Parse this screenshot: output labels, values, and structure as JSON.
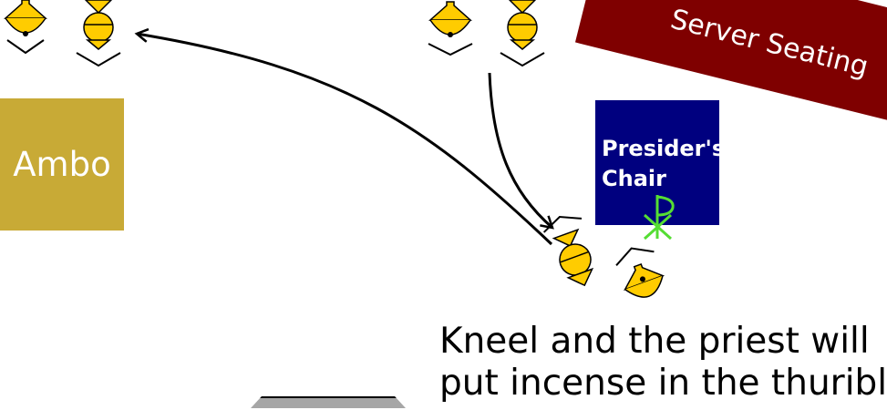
{
  "labels": {
    "ambo": "Ambo",
    "presiders_chair_line1": "Presider's",
    "presiders_chair_line2": "Chair",
    "server_seating": "Server Seating",
    "instruction_line1": "Kneel and the priest will",
    "instruction_line2": "put incense in the thurible"
  },
  "colors": {
    "ambo": "#c8aa36",
    "presiders_chair": "#00007f",
    "server_seating": "#7f0000",
    "server_figure": "#ffcc00",
    "chi_rho": "#55dd33",
    "altar": "#a6a6a6"
  },
  "icons": [
    "thurible-server-icon",
    "boat-bearer-icon",
    "chi-rho-icon",
    "arrow-icon"
  ]
}
